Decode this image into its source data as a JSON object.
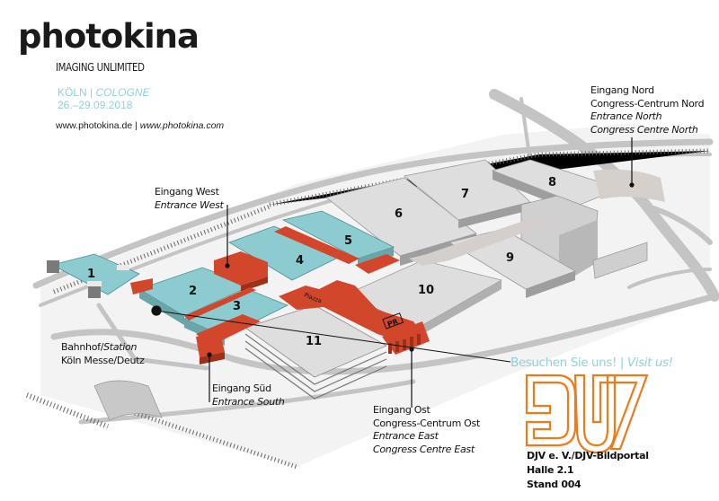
{
  "brand": {
    "logo": "photokina",
    "tagline": "IMAGING UNLIMITED",
    "city_de": "KÖLN",
    "city_sep": " | ",
    "city_en": "COLOGNE",
    "dates": "26.–29.09.2018",
    "url_de": "www.photokina.de",
    "url_sep": " | ",
    "url_en": "www.photokina.com"
  },
  "colors": {
    "hall_active": "#8ccbcf",
    "hall_inactive": "#dcdcdc",
    "walkway": "#d2472b",
    "accent_cyan": "#8fd0d8",
    "djv_orange": "#ef7a1a"
  },
  "halls": [
    {
      "number": "1",
      "status": "active"
    },
    {
      "number": "2",
      "status": "active"
    },
    {
      "number": "3",
      "status": "active"
    },
    {
      "number": "4",
      "status": "active"
    },
    {
      "number": "5",
      "status": "active"
    },
    {
      "number": "6",
      "status": "inactive"
    },
    {
      "number": "7",
      "status": "inactive"
    },
    {
      "number": "8",
      "status": "inactive"
    },
    {
      "number": "9",
      "status": "inactive"
    },
    {
      "number": "10",
      "status": "inactive"
    },
    {
      "number": "11",
      "status": "inactive"
    }
  ],
  "map_labels": {
    "piazza": "Piazza",
    "pr": "PR"
  },
  "entrances": {
    "north": {
      "line1": "Eingang Nord",
      "line2": "Congress-Centrum Nord",
      "line3": "Entrance North",
      "line4": "Congress Centre North"
    },
    "west": {
      "line1": "Eingang West",
      "line2": "Entrance West"
    },
    "south": {
      "line1": "Eingang Süd",
      "line2": "Entrance South"
    },
    "east": {
      "line1": "Eingang Ost",
      "line2": "Congress-Centrum Ost",
      "line3": "Entrance East",
      "line4": "Congress Centre East"
    }
  },
  "station": {
    "label_de": "Bahnhof/",
    "label_en": "Station",
    "line2": "Köln Messe/Deutz"
  },
  "visit": {
    "de": "Besuchen Sie uns!",
    "sep": " | ",
    "en": "Visit us!"
  },
  "djv": {
    "logo": "DJV",
    "name": "DJV e. V./DJV-Bildportal",
    "hall": "Halle 2.1",
    "stand": "Stand 004"
  }
}
